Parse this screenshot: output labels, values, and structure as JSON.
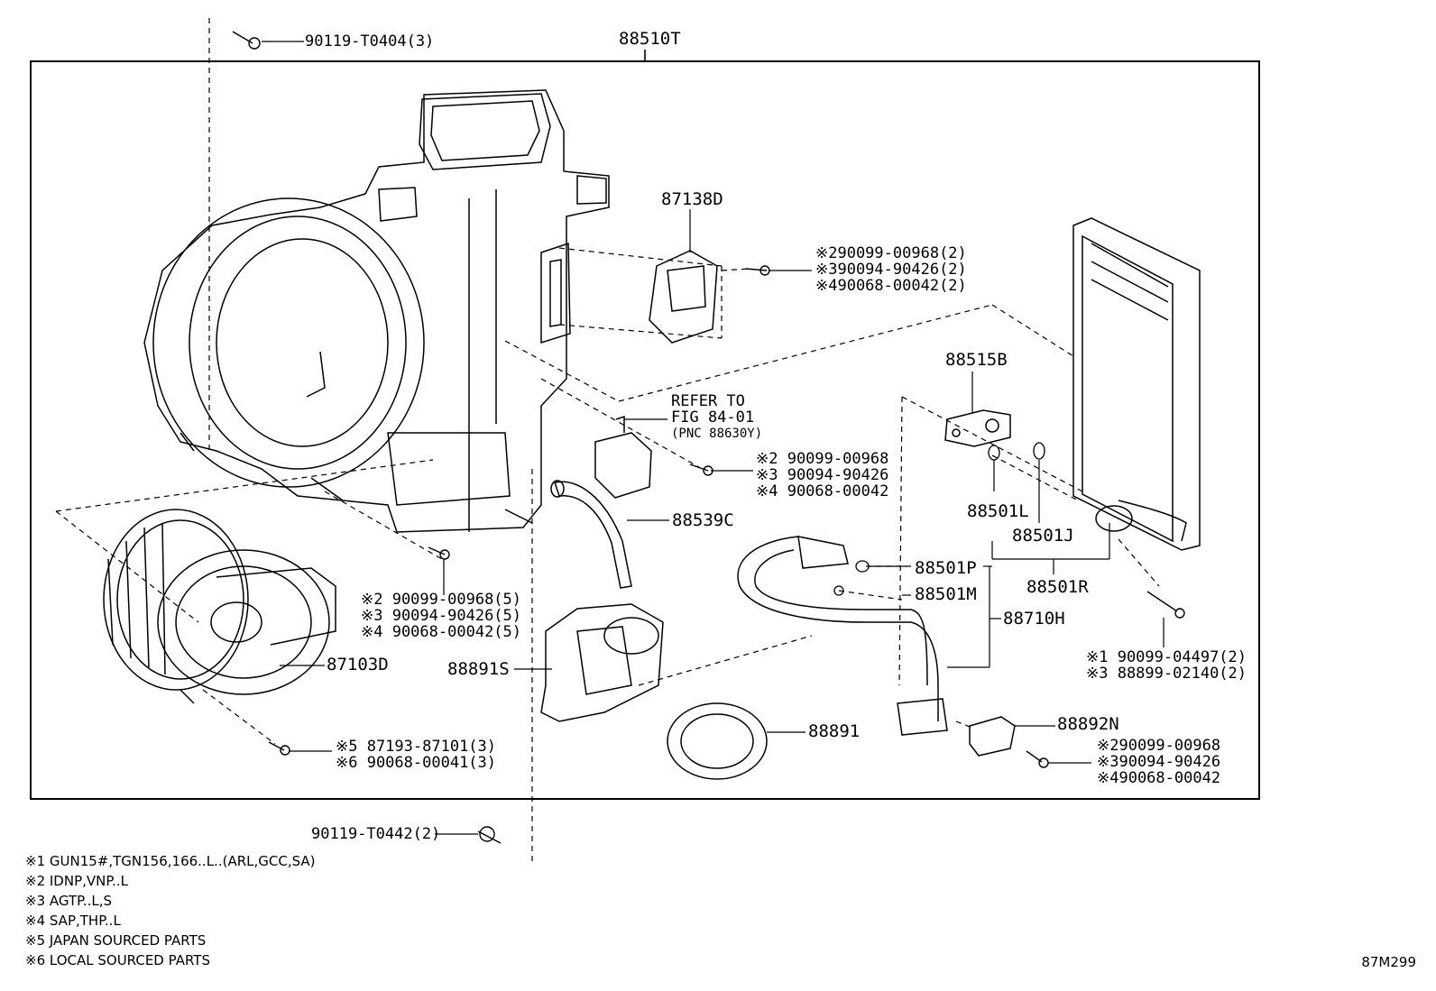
{
  "diagram_code": "87M299",
  "callouts": {
    "assembly": "88510T",
    "screw_top": "90119-T0404(3)",
    "screw_bottom": "90119-T0442(2)",
    "resistor": "87138D",
    "resistor_screws": [
      "※290099-00968(2)",
      "※390094-90426(2)",
      "※490068-00042(2)"
    ],
    "valve": "88515B",
    "refer_to": [
      "REFER TO",
      "FIG 84-01",
      "(PNC 88630Y)"
    ],
    "sensor_screws": [
      "※2 90099-00968",
      "※3 90094-90426",
      "※4 90068-00042"
    ],
    "hose": "88539C",
    "blower_screws": [
      "※2 90099-00968(5)",
      "※3 90094-90426(5)",
      "※4 90068-00042(5)"
    ],
    "blower": "87103D",
    "blower_bottom_screws": [
      "※5 87193-87101(3)",
      "※6 90068-00041(3)"
    ],
    "drain": "88891S",
    "seal": "88891",
    "oring_l": "88501L",
    "oring_j": "88501J",
    "oring_p": "88501P",
    "oring_m": "88501M",
    "oring_set": "88501R",
    "tube": "88710H",
    "evap_screws": [
      "※1 90099-04497(2)",
      "※3 88899-02140(2)"
    ],
    "clamp": "88892N",
    "clamp_screws": [
      "※290099-00968",
      "※390094-90426",
      "※490068-00042"
    ]
  },
  "footnotes": [
    "※1 GUN15#,TGN156,166..L..(ARL,GCC,SA)",
    "※2 IDNP,VNP..L",
    "※3 AGTP..L,S",
    "※4 SAP,THP..L",
    "※5 JAPAN SOURCED PARTS",
    "※6 LOCAL SOURCED PARTS"
  ]
}
